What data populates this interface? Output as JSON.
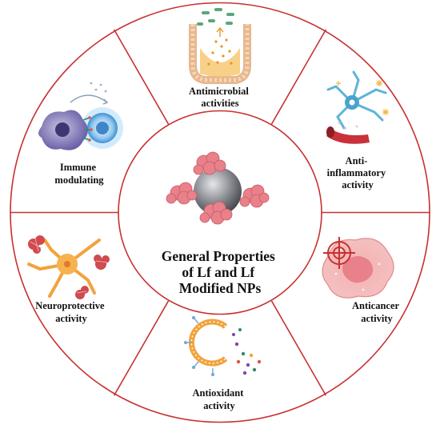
{
  "center": {
    "lines": [
      "General Properties",
      "of Lf and Lf",
      "Modified NPs"
    ]
  },
  "segments": [
    {
      "key": "antimicrobial",
      "lines": [
        "Antimicrobial",
        "activities"
      ],
      "icon": "intestinal-villus-bacteria-icon"
    },
    {
      "key": "anti-inflammatory",
      "lines": [
        "Anti-",
        "inflammatory",
        "activity"
      ],
      "icon": "neuron-blood-vessel-icon"
    },
    {
      "key": "anticancer",
      "lines": [
        "Anticancer",
        "activity"
      ],
      "icon": "targeted-cancer-cell-icon"
    },
    {
      "key": "antioxidant",
      "lines": [
        "Antioxidant",
        "activity"
      ],
      "icon": "liposome-antioxidant-icon"
    },
    {
      "key": "neuroprotective",
      "lines": [
        "Neuroprotective",
        "activity"
      ],
      "icon": "neuron-with-protein-aggregates-icon"
    },
    {
      "key": "immune",
      "lines": [
        "Immune",
        "modulating"
      ],
      "icon": "immune-cells-interaction-icon"
    }
  ],
  "colors": {
    "ring_stroke": "#c8302f",
    "nanoparticle": "#8e9096",
    "protein": "#e8818a"
  }
}
